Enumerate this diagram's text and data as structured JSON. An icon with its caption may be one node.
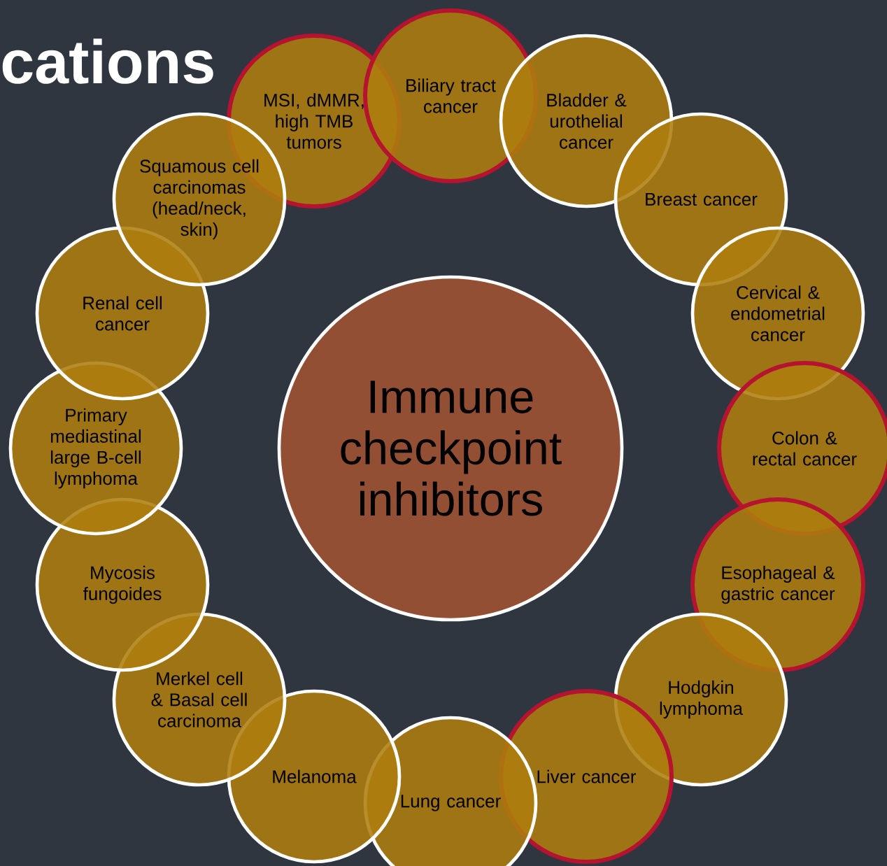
{
  "diagram": {
    "nodes": [
      {
        "text": [
          "Immune checkpoint inhibitors"
        ]
      },
      {
        "text": [
          "MSI, dMMR, high TMB tumors"
        ]
      },
      {
        "text": [
          "Biliary tract cancer"
        ]
      },
      {
        "text": [
          "Bladder & urothelial cancer"
        ]
      },
      {
        "text": [
          "Breast cancer"
        ]
      },
      {
        "text": [
          "Cervical & endometrial cancer"
        ]
      },
      {
        "text": [
          "Colon & rectal cancer"
        ]
      },
      {
        "text": [
          "Esophageal & gastric cancer"
        ]
      },
      {
        "text": [
          "Hodgkin lymphoma"
        ]
      },
      {
        "text": [
          "Liver cancer"
        ]
      },
      {
        "text": [
          "Lung cancer"
        ]
      },
      {
        "text": [
          "Melanoma"
        ]
      },
      {
        "text": [
          "Merkel cell & Basal cell carcinoma"
        ]
      },
      {
        "text": [
          "Mycosis fungoides"
        ]
      },
      {
        "text": [
          "Primary mediastinal large B-cell lymphoma"
        ]
      },
      {
        "text": [
          "Renal cell cancer"
        ]
      },
      {
        "text": [
          "Squamous cell carcinomas (head/neck, skin)"
        ]
      }
    ],
    "labels": [
      "cations"
    ]
  }
}
